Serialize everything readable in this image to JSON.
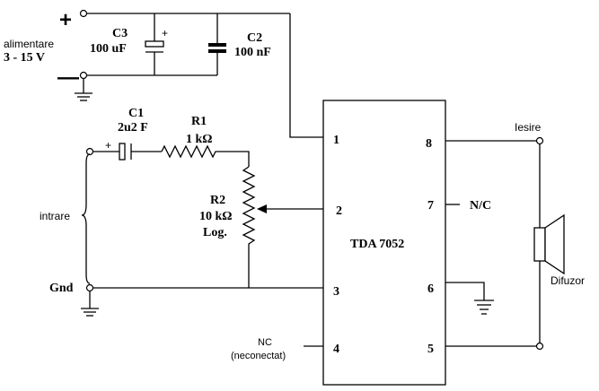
{
  "supply": {
    "plus": "+",
    "minus": "—",
    "label_line1": "alimentare",
    "label_line2": "3 - 15 V"
  },
  "c3": {
    "name": "C3",
    "value": "100 uF",
    "plus": "+"
  },
  "c2": {
    "name": "C2",
    "value": "100 nF"
  },
  "c1": {
    "name": "C1",
    "value": "2u2 F",
    "plus": "+"
  },
  "r1": {
    "name": "R1",
    "value": "1 kΩ"
  },
  "r2": {
    "name": "R2",
    "value": "10 kΩ",
    "type": "Log."
  },
  "input": {
    "label": "intrare",
    "gnd": "Gnd"
  },
  "ic": {
    "name": "TDA 7052",
    "pins": [
      "1",
      "2",
      "3",
      "4",
      "5",
      "6",
      "7",
      "8"
    ],
    "nc_pin7": "N/C",
    "nc_pin4_line1": "NC",
    "nc_pin4_line2": "(neconectat)"
  },
  "output": {
    "label": "Iesire",
    "speaker": "Difuzor"
  }
}
